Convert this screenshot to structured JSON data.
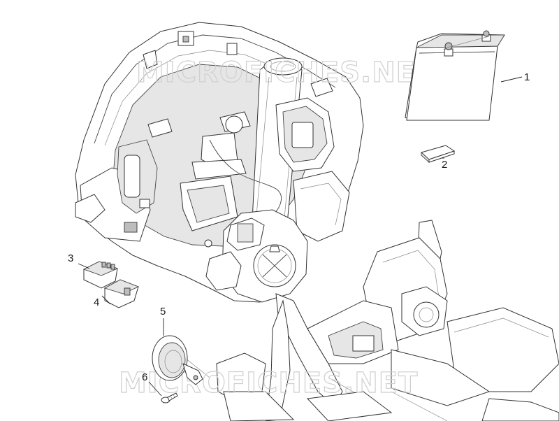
{
  "watermark": {
    "text_upper": "MICROFICHES.NET",
    "text_lower": "MICROFICHES.NET"
  },
  "callouts": [
    {
      "id": "1",
      "label": "1"
    },
    {
      "id": "2",
      "label": "2"
    },
    {
      "id": "3",
      "label": "3"
    },
    {
      "id": "4",
      "label": "4"
    },
    {
      "id": "5",
      "label": "5"
    },
    {
      "id": "6",
      "label": "6"
    }
  ]
}
